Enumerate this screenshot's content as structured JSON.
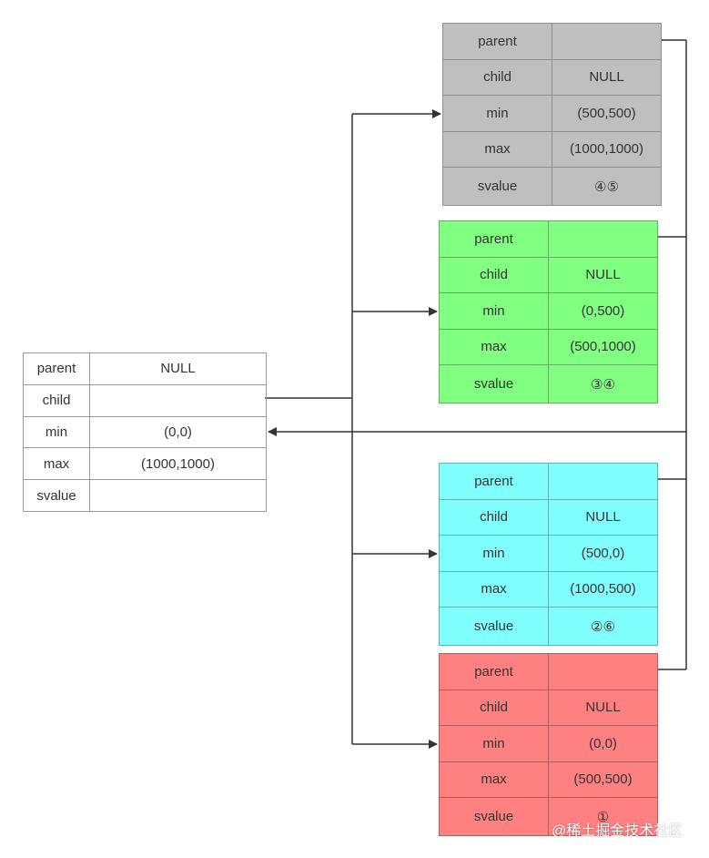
{
  "root_node": {
    "rows": [
      {
        "key": "parent",
        "value": "NULL"
      },
      {
        "key": "child",
        "value": ""
      },
      {
        "key": "min",
        "value": "(0,0)"
      },
      {
        "key": "max",
        "value": "(1000,1000)"
      },
      {
        "key": "svalue",
        "value": ""
      }
    ]
  },
  "child_nodes": [
    {
      "fill": "#bfbfbf",
      "rows": [
        {
          "key": "parent",
          "value": ""
        },
        {
          "key": "child",
          "value": "NULL"
        },
        {
          "key": "min",
          "value": "(500,500)"
        },
        {
          "key": "max",
          "value": "(1000,1000)"
        },
        {
          "key": "svalue",
          "value": "④⑤"
        }
      ]
    },
    {
      "fill": "#80ff80",
      "rows": [
        {
          "key": "parent",
          "value": ""
        },
        {
          "key": "child",
          "value": "NULL"
        },
        {
          "key": "min",
          "value": "(0,500)"
        },
        {
          "key": "max",
          "value": "(500,1000)"
        },
        {
          "key": "svalue",
          "value": "③④"
        }
      ]
    },
    {
      "fill": "#80ffff",
      "rows": [
        {
          "key": "parent",
          "value": ""
        },
        {
          "key": "child",
          "value": "NULL"
        },
        {
          "key": "min",
          "value": "(500,0)"
        },
        {
          "key": "max",
          "value": "(1000,500)"
        },
        {
          "key": "svalue",
          "value": "②⑥"
        }
      ]
    },
    {
      "fill": "#ff8080",
      "rows": [
        {
          "key": "parent",
          "value": ""
        },
        {
          "key": "child",
          "value": "NULL"
        },
        {
          "key": "min",
          "value": "(0,0)"
        },
        {
          "key": "max",
          "value": "(500,500)"
        },
        {
          "key": "svalue",
          "value": "①"
        }
      ]
    }
  ],
  "watermark": "@稀土掘金技术社区",
  "colors": {
    "line": "#333333",
    "cell_border": "#808080"
  }
}
